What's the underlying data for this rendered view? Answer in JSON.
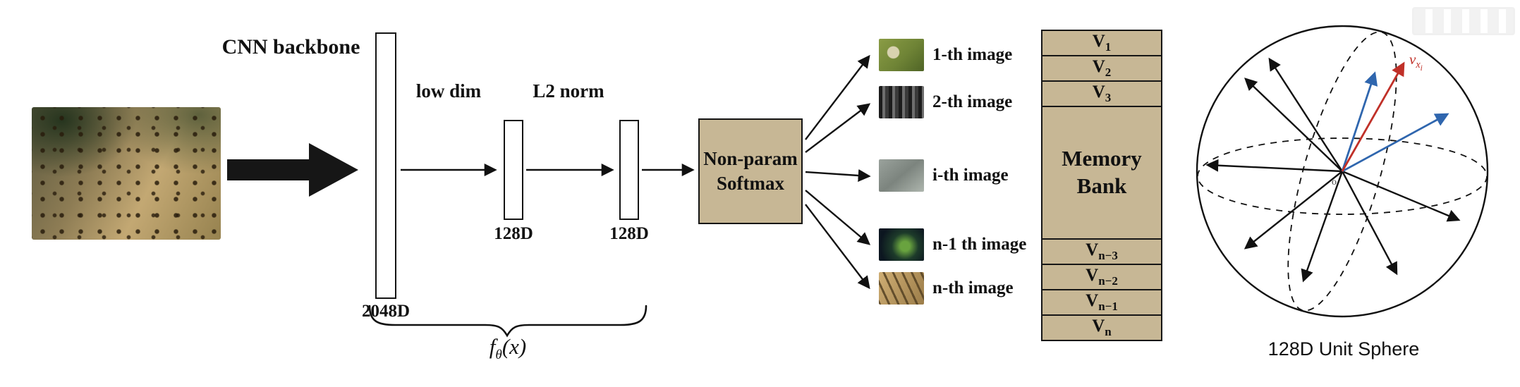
{
  "colors": {
    "box_fill": "#c7b795",
    "ink": "#111111",
    "red_vector": "#c03028",
    "blue_vector": "#2f66ae",
    "background": "#ffffff"
  },
  "pipeline": {
    "cnn_backbone_label": "CNN backbone",
    "backbone_dim_label": "2048D",
    "low_dim_label": "low dim",
    "l2_norm_label": "L2 norm",
    "embed_dim_label_1": "128D",
    "embed_dim_label_2": "128D",
    "softmax_line1": "Non-param",
    "softmax_line2": "Softmax",
    "f_theta": {
      "func": "f",
      "sub": "θ",
      "args": "(x)"
    }
  },
  "instances": [
    {
      "label": "1-th image"
    },
    {
      "label": "2-th image"
    },
    {
      "label": "i-th image"
    },
    {
      "label": "n-1 th image"
    },
    {
      "label": "n-th image"
    }
  ],
  "memory_bank": {
    "title": "Memory Bank",
    "cells_top": [
      {
        "base": "V",
        "sub": "1"
      },
      {
        "base": "V",
        "sub": "2"
      },
      {
        "base": "V",
        "sub": "3"
      }
    ],
    "cells_bottom": [
      {
        "base": "V",
        "sub": "n−3"
      },
      {
        "base": "V",
        "sub": "n−2"
      },
      {
        "base": "V",
        "sub": "n−1"
      },
      {
        "base": "V",
        "sub": "n"
      }
    ]
  },
  "sphere": {
    "caption": "128D Unit Sphere",
    "origin_label": "o",
    "vector_label": {
      "base": "v",
      "sub": "x",
      "subsub": "i"
    }
  }
}
